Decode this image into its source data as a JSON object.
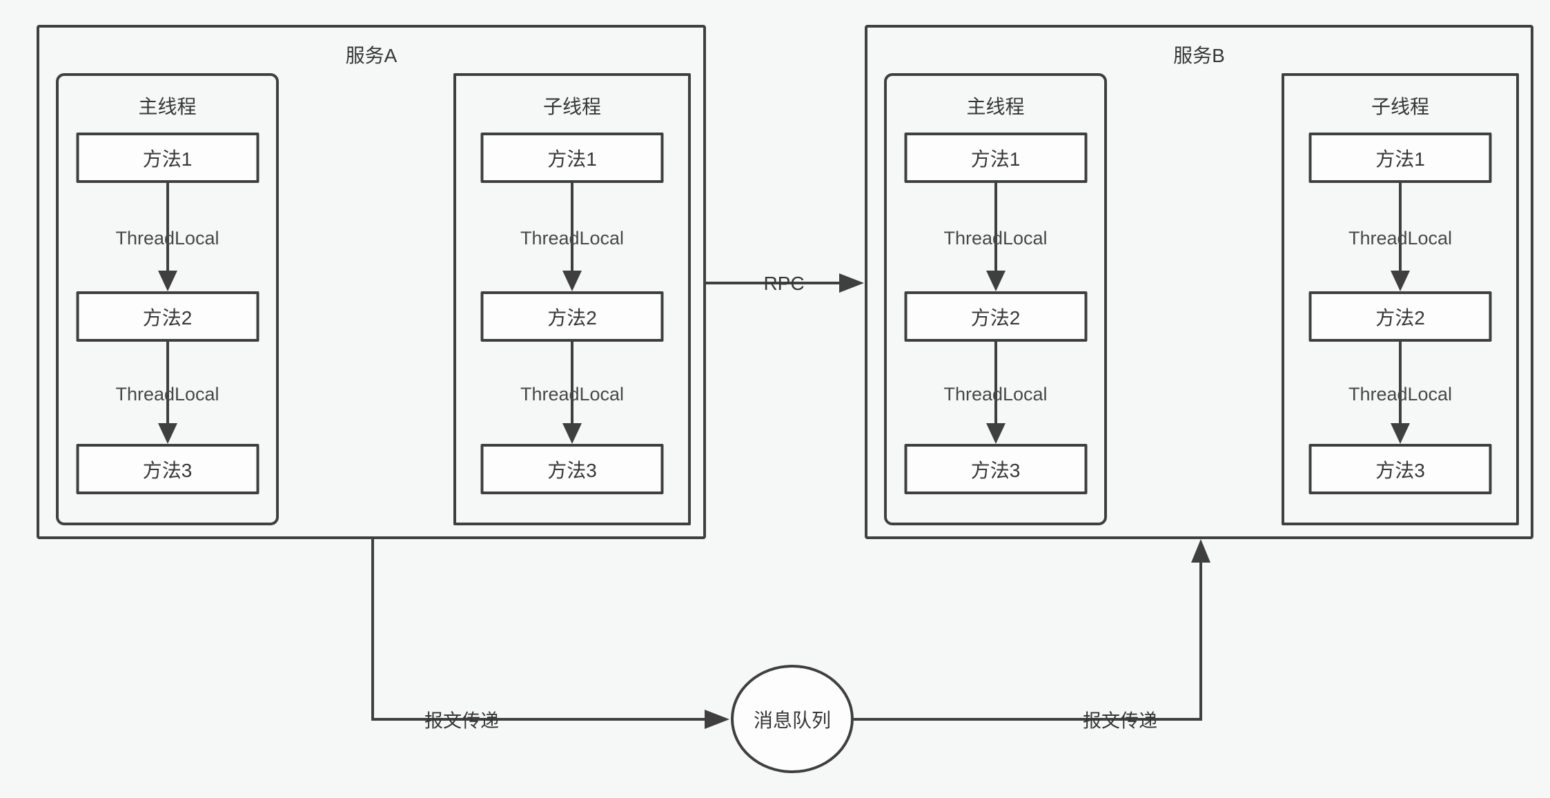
{
  "services": [
    {
      "title": "服务A",
      "threads": [
        {
          "title": "主线程",
          "methods": [
            "方法1",
            "方法2",
            "方法3"
          ],
          "edges": [
            "ThreadLocal",
            "ThreadLocal"
          ]
        },
        {
          "title": "子线程",
          "methods": [
            "方法1",
            "方法2",
            "方法3"
          ],
          "edges": [
            "ThreadLocal",
            "ThreadLocal"
          ]
        }
      ]
    },
    {
      "title": "服务B",
      "threads": [
        {
          "title": "主线程",
          "methods": [
            "方法1",
            "方法2",
            "方法3"
          ],
          "edges": [
            "ThreadLocal",
            "ThreadLocal"
          ]
        },
        {
          "title": "子线程",
          "methods": [
            "方法1",
            "方法2",
            "方法3"
          ],
          "edges": [
            "ThreadLocal",
            "ThreadLocal"
          ]
        }
      ]
    }
  ],
  "connectors": {
    "rpc_label": "RPC",
    "queue_label": "消息队列",
    "left_message_label": "报文传递",
    "right_message_label": "报文传递"
  },
  "colors": {
    "line": "#3f3f3f",
    "text": "#363636",
    "background": "#f6f7f7",
    "box_fill": "#fdfdfd"
  }
}
